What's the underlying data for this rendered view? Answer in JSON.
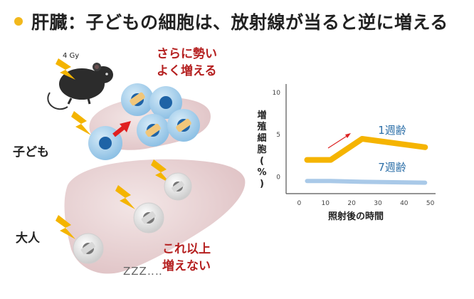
{
  "title": "肝臓：子どもの細胞は、放射線が当ると逆に増える",
  "dose_label": "4 Gy",
  "labels": {
    "child": "子ども",
    "adult": "大人"
  },
  "annotations": {
    "child_line1": "さらに勢い",
    "child_line2": "よく増える",
    "adult_line1": "これ以上",
    "adult_line2": "増えない",
    "sleep": "ZZZ‥‥"
  },
  "colors": {
    "title_dot": "#f2b81c",
    "highlight_red": "#b52020",
    "series_1week": "#f5b400",
    "series_7week": "#a9c9e8",
    "series_label": "#2c6fa8"
  },
  "chart_data": {
    "type": "line",
    "xlabel": "照射後の時間",
    "ylabel": "増殖細胞(%)",
    "xlim": [
      -5,
      52
    ],
    "ylim": [
      -2,
      11
    ],
    "xticks": [
      0,
      10,
      20,
      30,
      40,
      50
    ],
    "yticks": [
      0,
      5,
      10
    ],
    "series": [
      {
        "name": "1週齢",
        "x": [
          3,
          12,
          24,
          48
        ],
        "y": [
          2,
          2,
          4.5,
          3.5
        ]
      },
      {
        "name": "7週齢",
        "x": [
          3,
          12,
          24,
          48
        ],
        "y": [
          -0.5,
          -0.5,
          -0.6,
          -0.7
        ]
      }
    ]
  }
}
